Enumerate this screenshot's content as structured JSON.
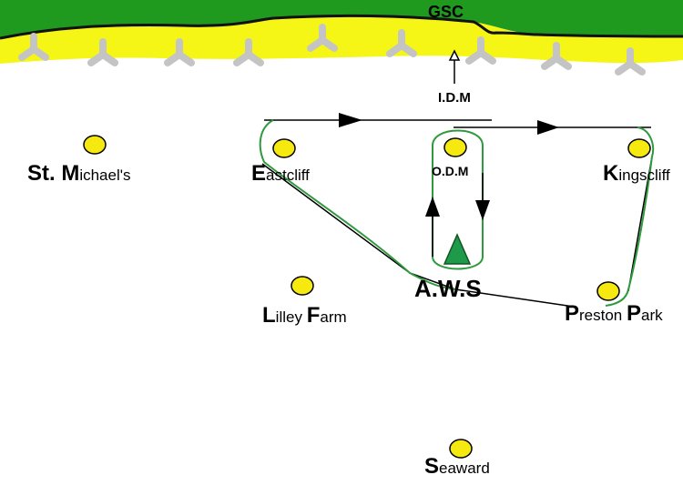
{
  "coast": {
    "label": "GSC",
    "land_color": "#1f9a1f",
    "beach_color": "#f5f516",
    "groyne_color": "#c4c4c4",
    "groyne_count": 9
  },
  "idm": {
    "label": "I.D.M"
  },
  "odm": {
    "label": "O.D.M"
  },
  "aws": {
    "label": "A.W.S",
    "marker_color": "#1f9a4a"
  },
  "route_color": "#2e9a3e",
  "places": [
    {
      "id": "st-michaels",
      "initial": "St. M",
      "rest": "ichael's"
    },
    {
      "id": "eastcliff",
      "initial": "E",
      "rest": "astcliff"
    },
    {
      "id": "kingscliff",
      "initial": "K",
      "rest": "ingscliff"
    },
    {
      "id": "lilley-farm",
      "initial1": "L",
      "rest1": "illey ",
      "initial2": "F",
      "rest2": "arm"
    },
    {
      "id": "preston-park",
      "initial1": "P",
      "rest1": "reston ",
      "initial2": "P",
      "rest2": "ark"
    },
    {
      "id": "seaward",
      "initial": "S",
      "rest": "eaward"
    }
  ],
  "marker_color": "#f5e90f"
}
